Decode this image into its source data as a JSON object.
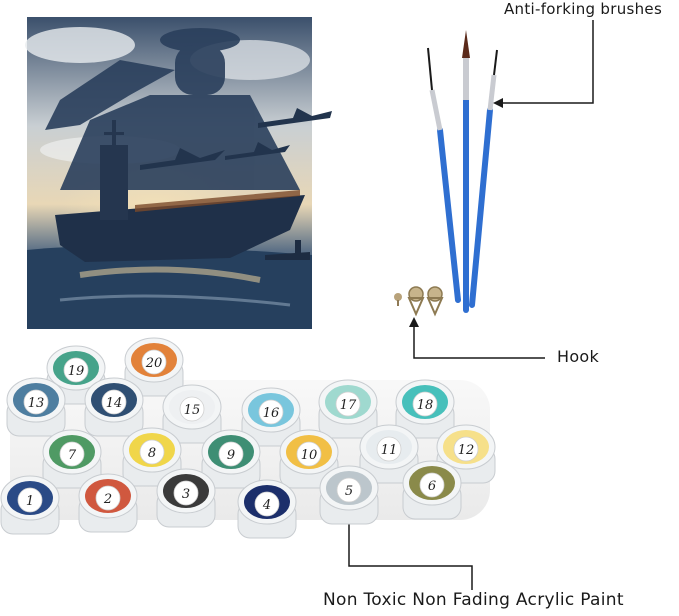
{
  "labels": {
    "brushes": "Anti-forking brushes",
    "hook": "Hook",
    "paint": "Non Toxic Non Fading Acrylic Paint"
  },
  "colors": {
    "callout_line": "#1a1a1a",
    "brush_handle": "#2f6fd1",
    "brush_ferrule": "#c9cbd1",
    "sky_light": "#dfe4e8",
    "sky_dark": "#2c3e57",
    "sea": "#26405e"
  },
  "paint_pots": [
    {
      "number": "19",
      "color": "#46a38a"
    },
    {
      "number": "20",
      "color": "#e2823a"
    },
    {
      "number": "13",
      "color": "#4e7ea0"
    },
    {
      "number": "14",
      "color": "#2f4f73"
    },
    {
      "number": "15",
      "color": "#eef0f2"
    },
    {
      "number": "16",
      "color": "#79c6dd"
    },
    {
      "number": "17",
      "color": "#9fd9cf"
    },
    {
      "number": "18",
      "color": "#47c0bb"
    },
    {
      "number": "7",
      "color": "#4f9a64"
    },
    {
      "number": "8",
      "color": "#f0d64a"
    },
    {
      "number": "9",
      "color": "#3e8e74"
    },
    {
      "number": "10",
      "color": "#f1bf45"
    },
    {
      "number": "11",
      "color": "#e7ecef"
    },
    {
      "number": "12",
      "color": "#f6e08a"
    },
    {
      "number": "1",
      "color": "#2a4a86"
    },
    {
      "number": "2",
      "color": "#d0583f"
    },
    {
      "number": "3",
      "color": "#3a3a3a"
    },
    {
      "number": "4",
      "color": "#1c2f6b"
    },
    {
      "number": "5",
      "color": "#bcc6cc"
    },
    {
      "number": "6",
      "color": "#8a8a4a"
    }
  ]
}
